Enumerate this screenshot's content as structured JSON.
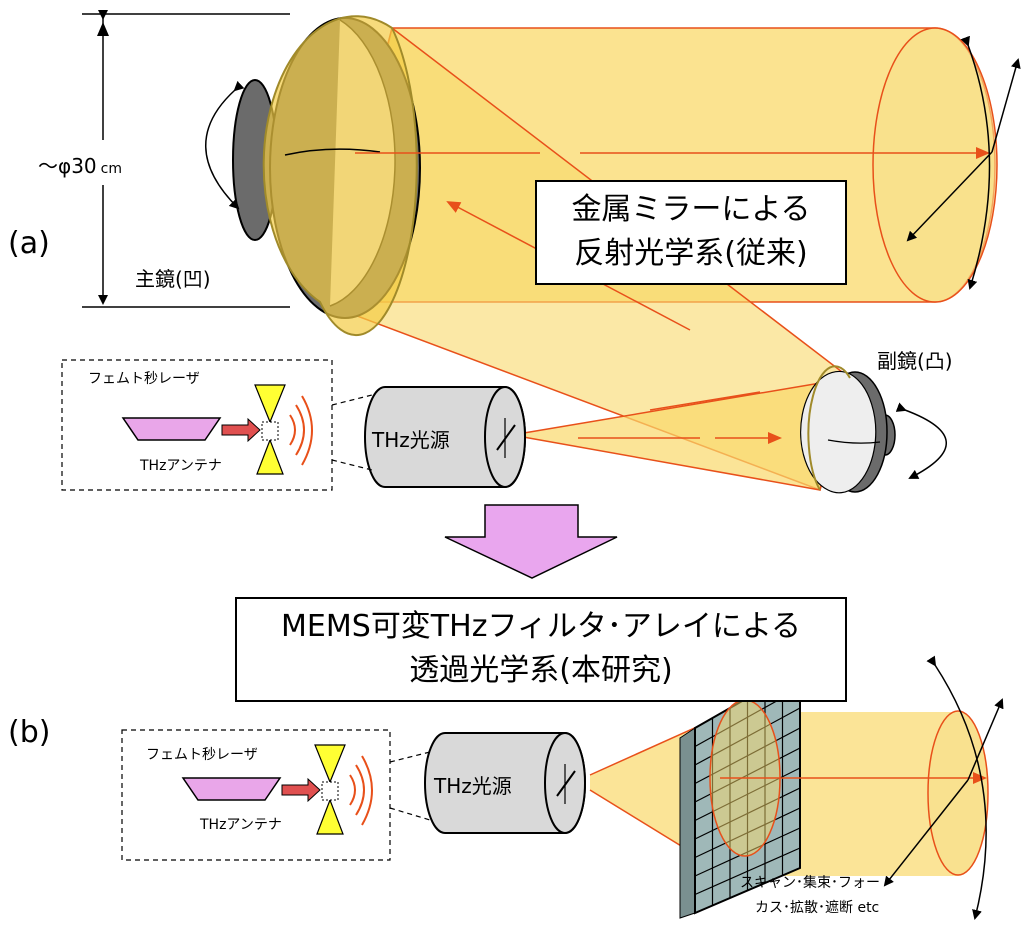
{
  "panel_a": {
    "label": "(a)",
    "dimension_label": "～φ30",
    "dimension_unit": "cm",
    "primary_mirror_label": "主鏡(凹)",
    "secondary_mirror_label": "副鏡(凸)",
    "title_line1": "金属ミラーによる",
    "title_line2": "反射光学系(従来)",
    "laser_label": "フェムト秒レーザ",
    "antenna_label": "THzアンテナ",
    "source_label": "THz光源"
  },
  "panel_b": {
    "label": "(b)",
    "title_line1": "MEMS可変THzフィルタ･アレイによる",
    "title_line2": "透過光学系(本研究)",
    "laser_label": "フェムト秒レーザ",
    "antenna_label": "THzアンテナ",
    "source_label": "THz光源",
    "function_line1": "スキャン･集束･フォー",
    "function_line2": "カス･拡散･遮断 etc"
  },
  "colors": {
    "beam_fill": "#f9d96b",
    "beam_edge": "#e8501a",
    "mirror_dark": "#6b6b6b",
    "mirror_face": "#eeeeee",
    "source_gray": "#d9d9d9",
    "laser_fill": "#e9a6e9",
    "arrow_fill": "#e9a6ee",
    "antenna_yellow": "#ffff33",
    "filter_grid": "#9fb8b8"
  }
}
